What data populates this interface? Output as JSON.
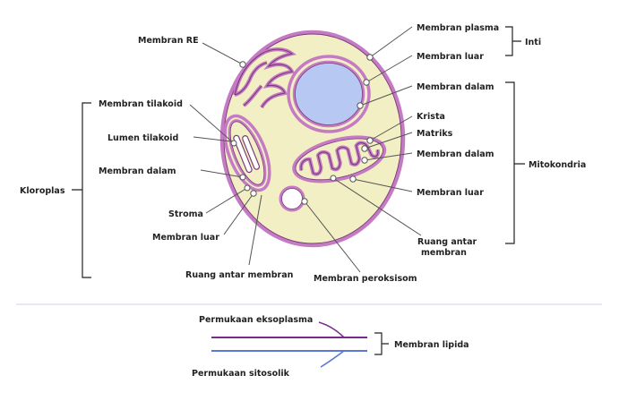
{
  "labels": {
    "membran_re": "Membran RE",
    "membran_plasma": "Membran plasma",
    "inti_membran_luar": "Membran luar",
    "inti": "Inti",
    "mito_membran_dalam_top": "Membran dalam",
    "krista": "Krista",
    "matriks": "Matriks",
    "mito_membran_dalam": "Membran dalam",
    "mitokondria": "Mitokondria",
    "mito_membran_luar": "Membran luar",
    "mito_ruang_antar_1": "Ruang antar",
    "mito_ruang_antar_2": "membran",
    "membran_peroksisom": "Membran peroksisom",
    "membran_tilakoid": "Membran tilakoid",
    "lumen_tilakoid": "Lumen tilakoid",
    "kloro_membran_dalam": "Membran dalam",
    "kloroplas": "Kloroplas",
    "stroma": "Stroma",
    "kloro_membran_luar": "Membran luar",
    "kloro_ruang_antar": "Ruang antar membran"
  },
  "bilayer": {
    "permukaan_eksoplasma": "Permukaan eksoplasma",
    "permukaan_sitosolik": "Permukaan sitosolik",
    "membran_lipida": "Membran lipida"
  },
  "colors": {
    "cytoplasm": "#f2efc4",
    "membrane_outer": "#c47bc4",
    "membrane_inner": "#7a3a7a",
    "nucleus": "#b7c9f2",
    "exoplasmic_line": "#7a2a8c",
    "cytosolic_line": "#5a78d8"
  }
}
